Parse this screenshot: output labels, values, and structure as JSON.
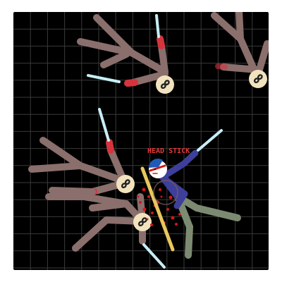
{
  "game": {
    "title_label": "HEAD STICK"
  },
  "colors": {
    "background": "#000000",
    "grid_line": "#3a3a3a",
    "enemy_limb": "#8a6f6c",
    "enemy_head": "#f2e3bf",
    "enemy_sash": "#d5343d",
    "sword_blade": "#c7eef6",
    "player_shirt": "#3d3f9a",
    "player_pants": "#7c8a72",
    "player_head": "#ffffff",
    "player_cap": "#1e5bb8",
    "staff": "#e9c75e",
    "blood": "#d01818",
    "label_red": "#e33a3a"
  },
  "entities": [
    {
      "id": "enemy-top-left",
      "type": "ragdoll-enemy",
      "head_icon": "ninja-mask-icon"
    },
    {
      "id": "enemy-top-right",
      "type": "ragdoll-enemy",
      "head_icon": "ninja-mask-icon"
    },
    {
      "id": "enemy-mid-left",
      "type": "ragdoll-enemy",
      "head_icon": "ninja-mask-icon"
    },
    {
      "id": "enemy-bottom-center",
      "type": "ragdoll-enemy",
      "head_icon": "ninja-mask-icon"
    },
    {
      "id": "player-fighter",
      "type": "player-stickman",
      "head_icon": "player-face-icon"
    }
  ]
}
